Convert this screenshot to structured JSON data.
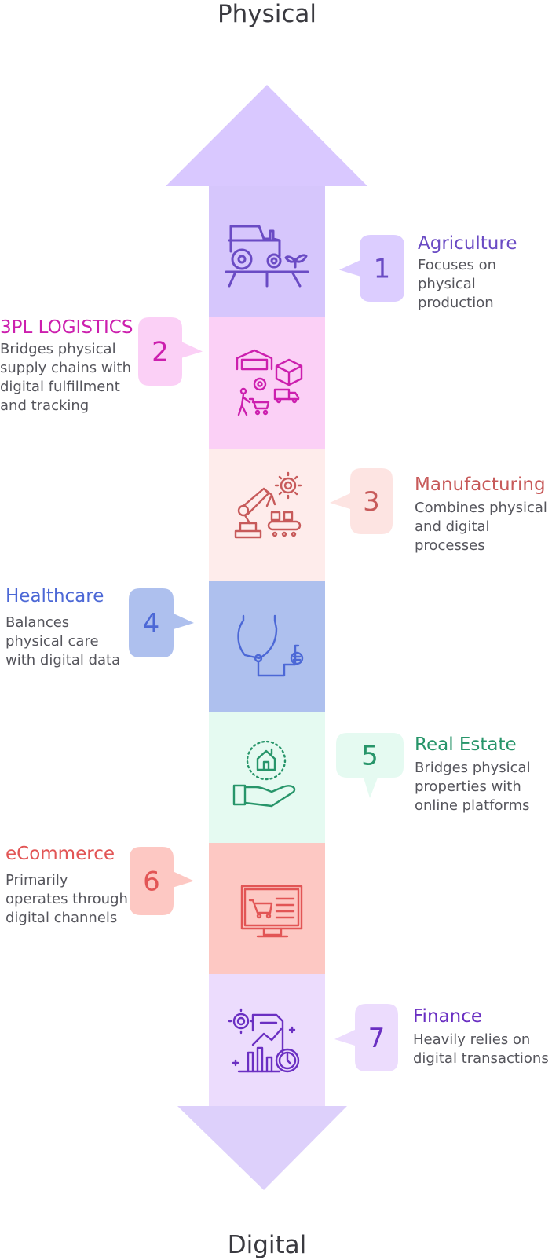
{
  "top_label": "Physical",
  "bottom_label": "Digital",
  "colors": {
    "arrow_top": "#d9c8ff",
    "arrow_bottom": "#ddd0fb"
  },
  "items": [
    {
      "num": "1",
      "title": "Agriculture",
      "desc": "Focuses on physical production",
      "icon": "tractor-icon",
      "accent": "#6a4bc4",
      "fill": "#d6c6fc",
      "badge": "#dccdff"
    },
    {
      "num": "2",
      "title": "3PL LOGISTICS",
      "desc": "Bridges physical supply chains with digital fulfillment and tracking",
      "icon": "logistics-icon",
      "accent": "#cc1fae",
      "fill": "#fbd0f6",
      "badge": "#fbd0f6"
    },
    {
      "num": "3",
      "title": "Manufacturing",
      "desc": "Combines physical and digital processes",
      "icon": "robot-arm-icon",
      "accent": "#c75a5a",
      "fill": "#feeceb",
      "badge": "#fde4e2"
    },
    {
      "num": "4",
      "title": "Healthcare",
      "desc": "Balances physical care with digital data",
      "icon": "stethoscope-icon",
      "accent": "#4c68d6",
      "fill": "#aec0ee",
      "badge": "#aec0ee"
    },
    {
      "num": "5",
      "title": "Real Estate",
      "desc": "Bridges physical properties with online platforms",
      "icon": "house-hand-icon",
      "accent": "#27956a",
      "fill": "#e5faf1",
      "badge": "#e5faf1"
    },
    {
      "num": "6",
      "title": "eCommerce",
      "desc": "Primarily operates through digital channels",
      "icon": "shopping-monitor-icon",
      "accent": "#e25555",
      "fill": "#fdc8c3",
      "badge": "#fdc8c3"
    },
    {
      "num": "7",
      "title": "Finance",
      "desc": "Heavily relies on digital transactions",
      "icon": "finance-chart-icon",
      "accent": "#6a2fc2",
      "fill": "#ecdcfd",
      "badge": "#ecdcfd"
    }
  ]
}
